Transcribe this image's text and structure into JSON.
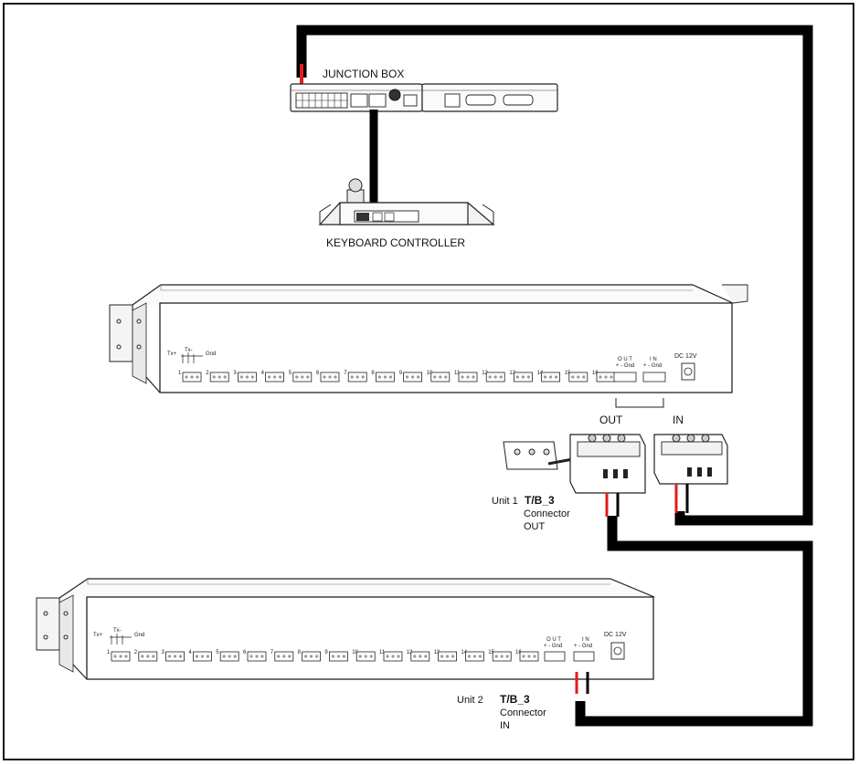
{
  "diagram": {
    "junction_box_label": "JUNCTION BOX",
    "keyboard_label": "KEYBOARD CONTROLLER",
    "out_label": "OUT",
    "in_label": "IN",
    "unit1": {
      "unit": "Unit 1",
      "tb": "T/B_3",
      "connector": "Connector",
      "port": "OUT"
    },
    "unit2": {
      "unit": "Unit 2",
      "tb": "T/B_3",
      "connector": "Connector",
      "port": "IN"
    },
    "terminal_labels": {
      "txp": "Tx+",
      "txm": "Tx-",
      "gnd": "Gnd",
      "dc": "DC 12V",
      "out_head": "O U T",
      "in_head": "I N",
      "pm": "+ - Gnd"
    },
    "port_numbers": [
      "1",
      "2",
      "3",
      "4",
      "5",
      "6",
      "7",
      "8",
      "9",
      "10",
      "11",
      "12",
      "13",
      "14",
      "15",
      "16"
    ],
    "colors": {
      "cable": "#000000",
      "red_wire": "#e31b1b",
      "outline": "#1a1a1a"
    }
  }
}
